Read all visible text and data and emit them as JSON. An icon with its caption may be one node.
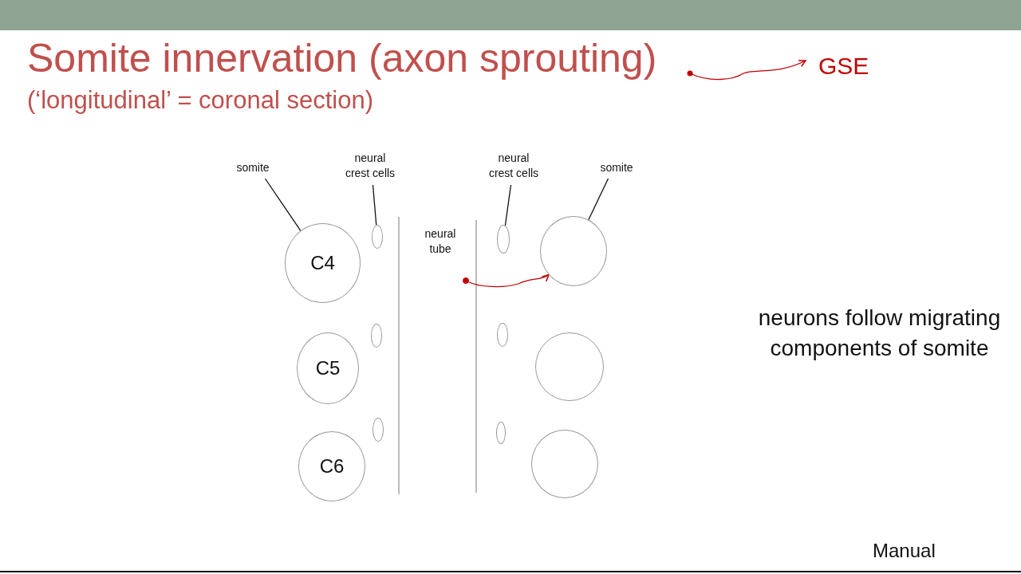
{
  "diagram": {
    "title": "Somite innervation (axon sprouting)",
    "nodes": [
      {
        "text": [
          "somite"
        ]
      },
      {
        "text": [
          "neural crest cells"
        ]
      },
      {
        "text": [
          "neural crest cells"
        ]
      },
      {
        "text": [
          "somite"
        ]
      },
      {
        "text": [
          "C4"
        ]
      },
      {
        "text": [],
        "shape": "ellipse"
      },
      {
        "text": [],
        "shape": "dot"
      },
      {
        "text": [],
        "shape": "ellipse"
      },
      {
        "text": [],
        "shape": "circle"
      },
      {
        "text": [
          "C5"
        ]
      },
      {
        "text": [],
        "shape": "ellipse"
      },
      {
        "text": [],
        "shape": "ellipse"
      },
      {
        "text": [],
        "shape": "circle"
      },
      {
        "text": [
          "C6"
        ]
      },
      {
        "text": [],
        "shape": "ellipse"
      },
      {
        "text": [],
        "shape": "ellipse"
      },
      {
        "text": [],
        "shape": "circle"
      }
    ],
    "edges": [
      {
        "from": 0,
        "to": 4,
        "arrow": "none"
      },
      {
        "from": 1,
        "to": 5,
        "arrow": "none"
      },
      {
        "from": 2,
        "to": 7,
        "arrow": "none"
      },
      {
        "from": 3,
        "to": 8,
        "arrow": "none"
      },
      {
        "from": 6,
        "to": 8,
        "arrow": "to",
        "color": "#c00000"
      }
    ],
    "labels": [
      "(‘longitudinal’ = coronal section)",
      "neural tube",
      "neurons follow migrating components of somite",
      "Manual"
    ],
    "legend": [
      {
        "text": "GSE"
      }
    ]
  }
}
